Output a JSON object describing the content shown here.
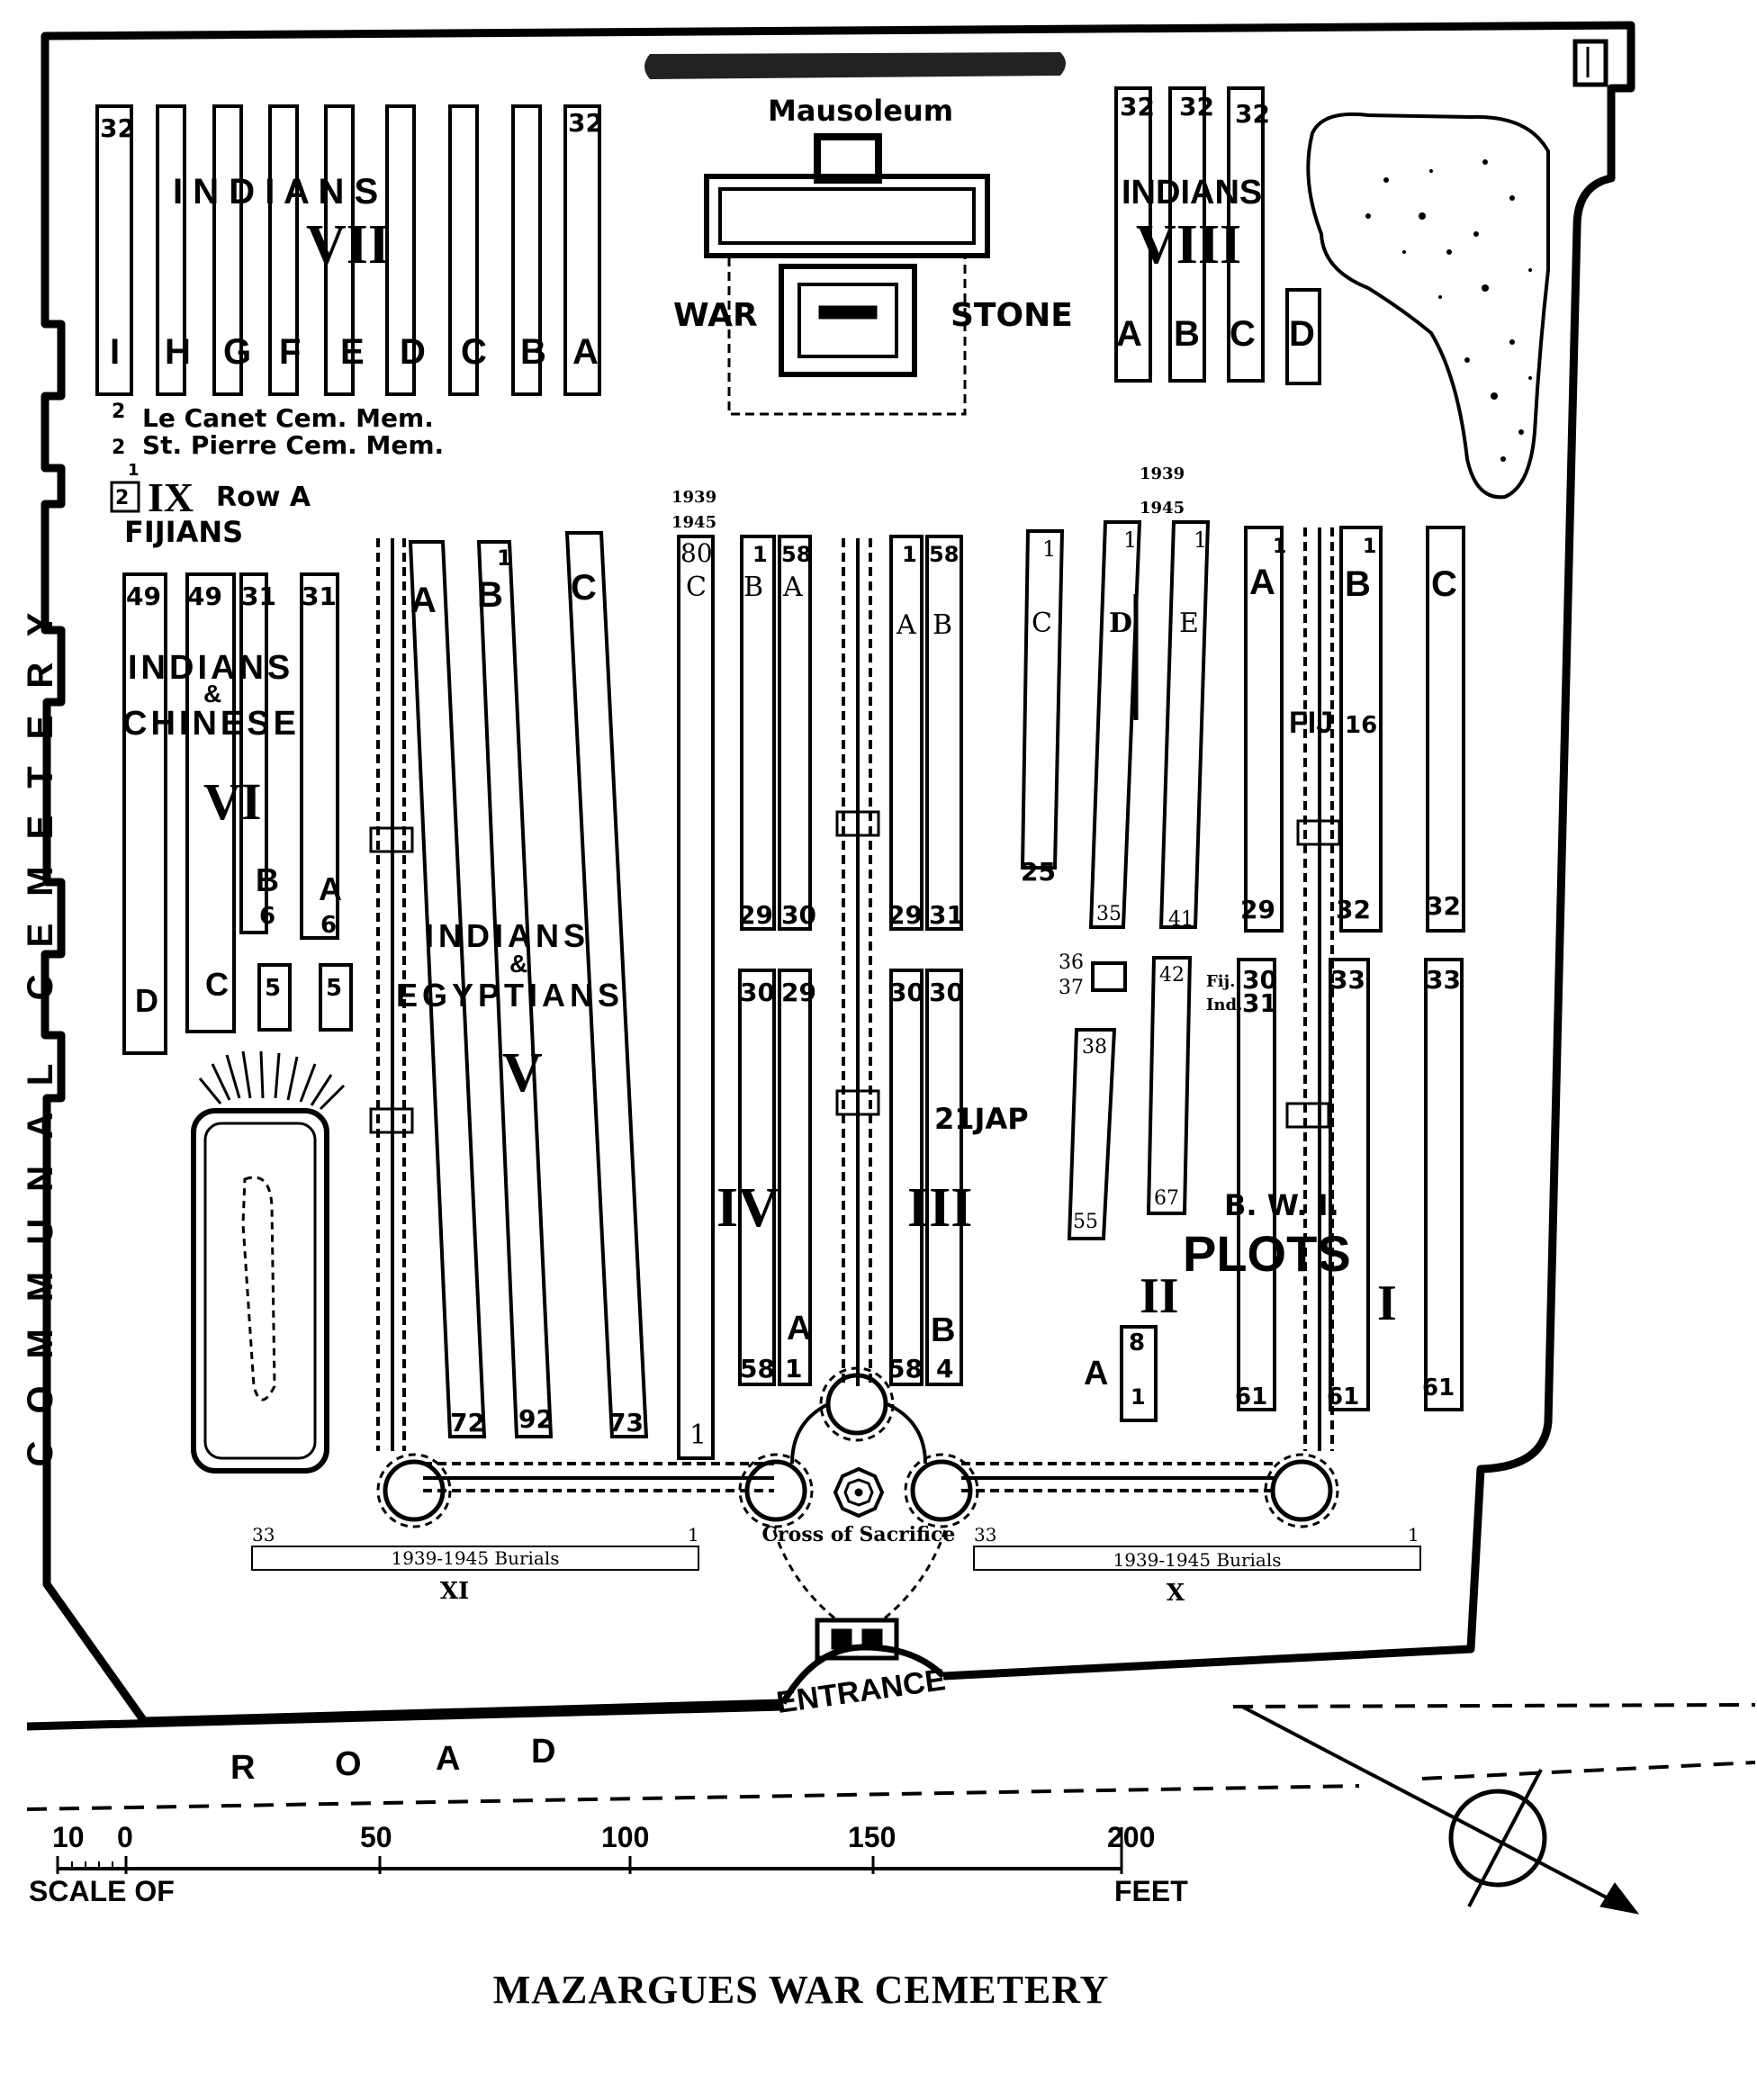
{
  "title": "MAZARGUES WAR CEMETERY",
  "structures": {
    "mausoleum": "Mausoleum",
    "war_stone_left": "WAR",
    "war_stone_right": "STONE",
    "cross": "Cross of Sacrifice",
    "entrance": "ENTRANCE"
  },
  "surroundings": {
    "left_side_label": "COMMUNAL CEMETERY",
    "road_letters": [
      "R",
      "O",
      "A",
      "D"
    ]
  },
  "memorials": {
    "le_canet": "Le Canet Cem. Mem.",
    "st_pierre": "St. Pierre Cem. Mem.",
    "num": "2",
    "num_one": "1"
  },
  "plots": {
    "vii": {
      "group": "I N D I A N S",
      "numeral": "VII",
      "rows": [
        "I",
        "H",
        "G",
        "F",
        "E",
        "D",
        "C",
        "B",
        "A"
      ],
      "top_left": "32",
      "top_right": "32"
    },
    "viii": {
      "group": "INDIANS",
      "numeral": "VIII",
      "rows": [
        "A",
        "B",
        "C",
        "D"
      ],
      "tops": [
        "32",
        "32",
        "32"
      ]
    },
    "ix": {
      "numeral": "IX",
      "row": "Row A",
      "group": "FIJIANS"
    },
    "vi": {
      "group1": "INDIANS",
      "group2": "&",
      "group3": "CHINESE",
      "numeral": "VI",
      "tops": [
        "49",
        "49",
        "31",
        "31"
      ],
      "rows": [
        "D",
        "C",
        "B",
        "A"
      ],
      "b_num": "6",
      "a_num": "6",
      "five_a": "5",
      "five_b": "5"
    },
    "v": {
      "group1": "INDIANS",
      "group2": "&",
      "group3": "EGYPTIANS",
      "numeral": "V",
      "rows": [
        "A",
        "B",
        "C"
      ],
      "bottoms": [
        "72",
        "92",
        "73"
      ],
      "top_num": "1"
    },
    "iv": {
      "numeral": "IV",
      "years_top": "1939",
      "years_bottom": "1945",
      "c_top": "80",
      "c_bottom": "1",
      "row_c": "C",
      "row_b": "B",
      "row_a": "A",
      "b_top": "1",
      "a_top": "58",
      "mid_left": "29",
      "mid_right": "30",
      "low_left": "30",
      "low_right": "29",
      "bot_left": "58",
      "bot_a": "A",
      "bot_right": "1"
    },
    "iii": {
      "numeral": "III",
      "top_a": "1",
      "top_b": "58",
      "row_a": "A",
      "row_b": "B",
      "mid_left": "29",
      "mid_right": "31",
      "low_left": "30",
      "low_right": "30",
      "jap": "21JAP",
      "bot_left": "58",
      "bot_b": "B",
      "bot_right": "4"
    },
    "ii": {
      "numeral": "II",
      "years_top": "1939",
      "years_bottom": "1945",
      "rows": [
        "C",
        "D",
        "E"
      ],
      "ones": [
        "1",
        "1",
        "1"
      ],
      "c_bottom": "25",
      "d_bottom": "35",
      "e_bottom": "41",
      "n36": "36",
      "n37": "37",
      "n38": "38",
      "n55": "55",
      "n42": "42",
      "n67": "67",
      "a_label": "A",
      "a_top": "8",
      "a_bottom": "1"
    },
    "i": {
      "numeral": "I",
      "rows": [
        "A",
        "B",
        "C"
      ],
      "bwi": "B. W. I.",
      "plots_word": "PLOTS",
      "fij_label": "FIJ",
      "fij_num": "16",
      "a_mid": "29",
      "b_mid": "32",
      "c_mid": "32",
      "fij_small": "Fij.",
      "ind_small": "Ind.",
      "fij_30": "30",
      "ind_31": "31",
      "b_33": "33",
      "c_33": "33",
      "bots": [
        "61",
        "61",
        "61"
      ],
      "ones": [
        "1",
        "1"
      ]
    }
  },
  "bottom_plots": {
    "xi": {
      "numeral": "XI",
      "label": "1939-1945 Burials",
      "left": "33",
      "right": "1"
    },
    "x": {
      "numeral": "X",
      "label": "1939-1945 Burials",
      "left": "33",
      "right": "1"
    }
  },
  "scale": {
    "ticks": [
      "10",
      "0",
      "50",
      "100",
      "150",
      "200"
    ],
    "left_label": "SCALE OF",
    "right_label": "FEET"
  }
}
